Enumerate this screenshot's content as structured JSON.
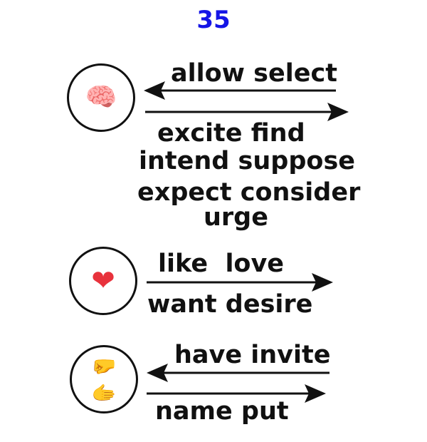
{
  "title": "35",
  "groups": [
    {
      "icon": "🧠",
      "icon_name": "brain-icon",
      "above_arrow": "allow select",
      "below_lines": [
        "excite find",
        "intend suppose",
        "expect consider",
        "urge"
      ]
    },
    {
      "icon": "❤",
      "icon_name": "heart-icon",
      "above_arrow": "like  love",
      "below_lines": [
        "want desire"
      ]
    },
    {
      "icon_top": "🤛",
      "icon_bottom": "🫱",
      "icon_name": "hands-icon",
      "above_arrow": "have invite",
      "below_lines": [
        "name put"
      ]
    }
  ],
  "colors": {
    "title": "#1515e6",
    "heart": "#e8323c",
    "brain": "#f06eaa",
    "hands": "#f7c62f",
    "ink": "#111111"
  }
}
